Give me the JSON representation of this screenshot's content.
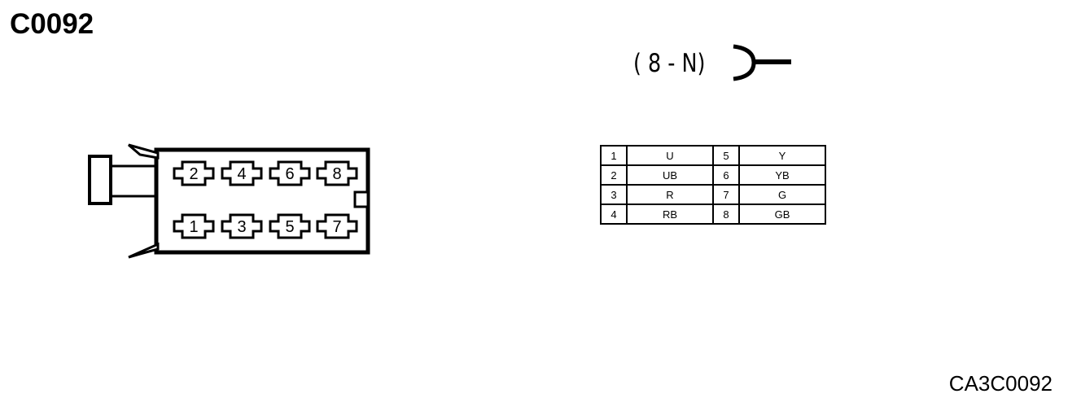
{
  "connector_id": "C0092",
  "connector_type": "( 8 - N)",
  "diagram_code": "CA3C0092",
  "cavities": {
    "top": [
      "2",
      "4",
      "6",
      "8"
    ],
    "bottom": [
      "1",
      "3",
      "5",
      "7"
    ]
  },
  "pin_table": [
    {
      "pin_a": "1",
      "color_a": "U",
      "pin_b": "5",
      "color_b": "Y"
    },
    {
      "pin_a": "2",
      "color_a": "UB",
      "pin_b": "6",
      "color_b": "YB"
    },
    {
      "pin_a": "3",
      "color_a": "R",
      "pin_b": "7",
      "color_b": "G"
    },
    {
      "pin_a": "4",
      "color_a": "RB",
      "pin_b": "8",
      "color_b": "GB"
    }
  ]
}
